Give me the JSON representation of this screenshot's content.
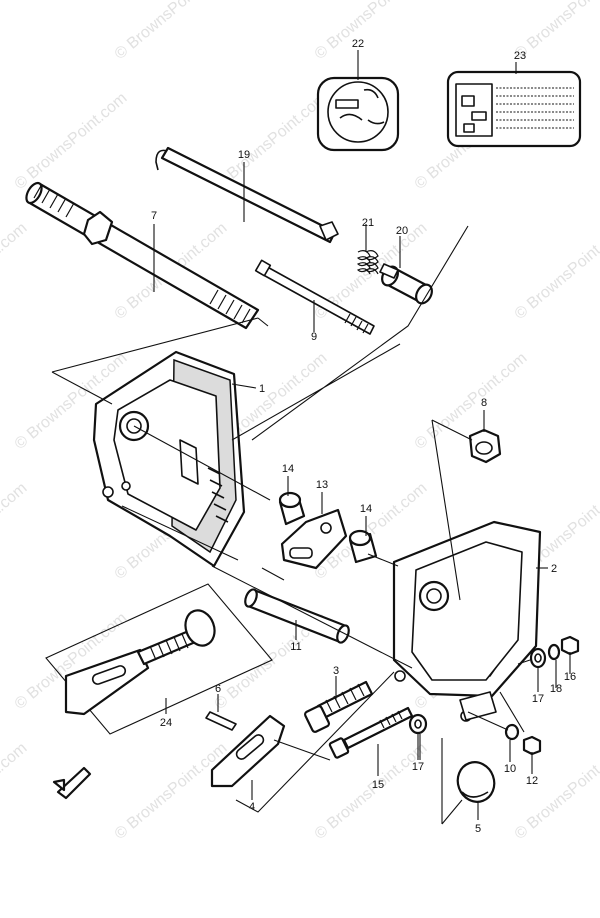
{
  "watermark": "© BrownsPoint.com",
  "callouts": {
    "c1": "1",
    "c2": "2",
    "c3": "3",
    "c4": "4",
    "c5": "5",
    "c6": "6",
    "c7": "7",
    "c8": "8",
    "c9": "9",
    "c10": "10",
    "c11": "11",
    "c12": "12",
    "c13": "13",
    "c14a": "14",
    "c14b": "14",
    "c15": "15",
    "c16": "16",
    "c17a": "17",
    "c17b": "17",
    "c18": "18",
    "c19": "19",
    "c20": "20",
    "c21": "21",
    "c22": "22",
    "c23": "23",
    "c24": "24"
  }
}
